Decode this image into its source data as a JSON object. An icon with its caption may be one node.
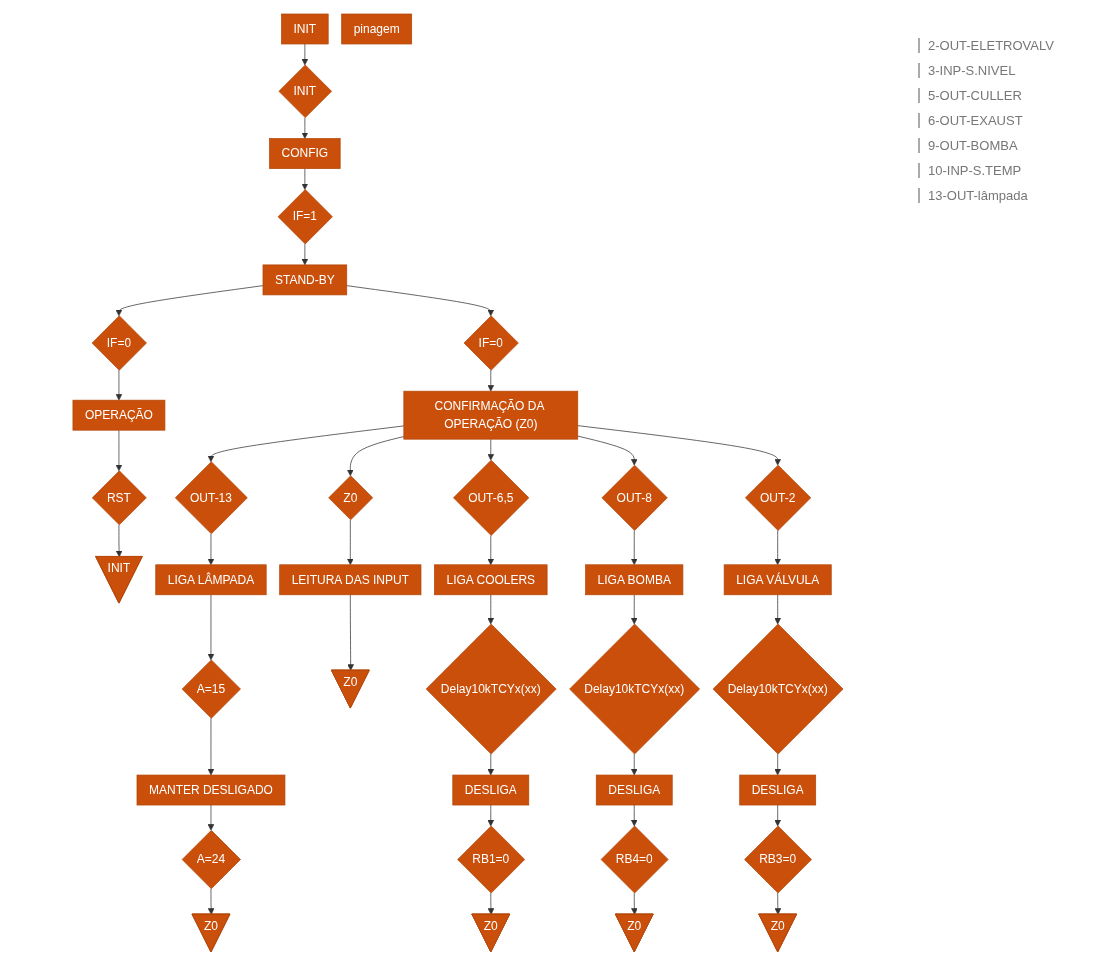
{
  "diagram": {
    "nodes": [
      {
        "text": [
          "INIT"
        ]
      },
      {
        "text": [
          "INIT"
        ]
      },
      {
        "text": [
          "CONFIG"
        ]
      },
      {
        "text": [
          "IF=1"
        ]
      },
      {
        "text": [
          "STAND-BY"
        ]
      },
      {
        "text": [
          "pinagem"
        ],
        "beside": [
          "2-OUT-ELETROVALV",
          "3-INP-S.NIVEL",
          "5-OUT-CULLER",
          "6-OUT-EXAUST",
          "9-OUT-BOMBA",
          "10-INP-S.TEMP",
          "13-OUT-lâmpada"
        ]
      },
      {
        "text": [
          "IF=0"
        ]
      },
      {
        "text": [
          "IF=0"
        ]
      },
      {
        "text": [
          "OPERAÇÃO"
        ]
      },
      {
        "text": [
          "CONFIRMAÇÃO DA OPERAÇÃO (Z0)"
        ]
      },
      {
        "text": [
          "RST"
        ]
      },
      {
        "text": [
          "INIT"
        ]
      },
      {
        "text": [
          "OUT-13"
        ]
      },
      {
        "text": [
          "Z0"
        ]
      },
      {
        "text": [
          "OUT-6,5"
        ]
      },
      {
        "text": [
          "OUT-8"
        ]
      },
      {
        "text": [
          "OUT-2"
        ]
      },
      {
        "text": [
          "LIGA LÂMPADA"
        ]
      },
      {
        "text": [
          "LEITURA DAS INPUT"
        ]
      },
      {
        "text": [
          "LIGA COOLERS"
        ]
      },
      {
        "text": [
          "LIGA BOMBA"
        ]
      },
      {
        "text": [
          "LIGA VÁLVULA"
        ]
      },
      {
        "text": [
          "A=15"
        ]
      },
      {
        "text": [
          "Z0"
        ]
      },
      {
        "text": [
          "Delay10kTCYx(xx)"
        ]
      },
      {
        "text": [
          "Delay10kTCYx(xx)"
        ]
      },
      {
        "text": [
          "Delay10kTCYx(xx)"
        ]
      },
      {
        "text": [
          "MANTER DESLIGADO"
        ]
      },
      {
        "text": [
          "DESLIGA"
        ]
      },
      {
        "text": [
          "DESLIGA"
        ]
      },
      {
        "text": [
          "DESLIGA"
        ]
      },
      {
        "text": [
          "A=24"
        ]
      },
      {
        "text": [
          "RB1=0"
        ]
      },
      {
        "text": [
          "RB4=0"
        ]
      },
      {
        "text": [
          "RB3=0"
        ]
      },
      {
        "text": [
          "Z0"
        ]
      },
      {
        "text": [
          "Z0"
        ]
      },
      {
        "text": [
          "Z0"
        ]
      },
      {
        "text": [
          "Z0"
        ]
      }
    ],
    "edges": [
      {
        "from": 0,
        "to": 1,
        "arrow": "to"
      },
      {
        "from": 1,
        "to": 2,
        "arrow": "to"
      },
      {
        "from": 2,
        "to": 3,
        "arrow": "to"
      },
      {
        "from": 3,
        "to": 4,
        "arrow": "to"
      },
      {
        "from": 4,
        "to": 6,
        "arrow": "to"
      },
      {
        "from": 4,
        "to": 7,
        "arrow": "to"
      },
      {
        "from": 6,
        "to": 8,
        "arrow": "to"
      },
      {
        "from": 7,
        "to": 9,
        "arrow": "to"
      },
      {
        "from": 8,
        "to": 10,
        "arrow": "to"
      },
      {
        "from": 10,
        "to": 11,
        "arrow": "to"
      },
      {
        "from": 9,
        "to": 12,
        "arrow": "to"
      },
      {
        "from": 9,
        "to": 13,
        "arrow": "to"
      },
      {
        "from": 9,
        "to": 14,
        "arrow": "to"
      },
      {
        "from": 9,
        "to": 15,
        "arrow": "to"
      },
      {
        "from": 9,
        "to": 16,
        "arrow": "to"
      },
      {
        "from": 12,
        "to": 17,
        "arrow": "to"
      },
      {
        "from": 13,
        "to": 18,
        "arrow": "to"
      },
      {
        "from": 14,
        "to": 19,
        "arrow": "to"
      },
      {
        "from": 15,
        "to": 20,
        "arrow": "to"
      },
      {
        "from": 16,
        "to": 21,
        "arrow": "to"
      },
      {
        "from": 17,
        "to": 22,
        "arrow": "to"
      },
      {
        "from": 18,
        "to": 23,
        "arrow": "to"
      },
      {
        "from": 19,
        "to": 24,
        "arrow": "to"
      },
      {
        "from": 20,
        "to": 25,
        "arrow": "to"
      },
      {
        "from": 21,
        "to": 26,
        "arrow": "to"
      },
      {
        "from": 22,
        "to": 27,
        "arrow": "to"
      },
      {
        "from": 24,
        "to": 28,
        "arrow": "to"
      },
      {
        "from": 25,
        "to": 29,
        "arrow": "to"
      },
      {
        "from": 26,
        "to": 30,
        "arrow": "to"
      },
      {
        "from": 27,
        "to": 31,
        "arrow": "to"
      },
      {
        "from": 28,
        "to": 32,
        "arrow": "to"
      },
      {
        "from": 29,
        "to": 33,
        "arrow": "to"
      },
      {
        "from": 30,
        "to": 34,
        "arrow": "to"
      },
      {
        "from": 31,
        "to": 35,
        "arrow": "to"
      },
      {
        "from": 32,
        "to": 36,
        "arrow": "to"
      },
      {
        "from": 33,
        "to": 37,
        "arrow": "to"
      },
      {
        "from": 34,
        "to": 38,
        "arrow": "to"
      }
    ]
  }
}
